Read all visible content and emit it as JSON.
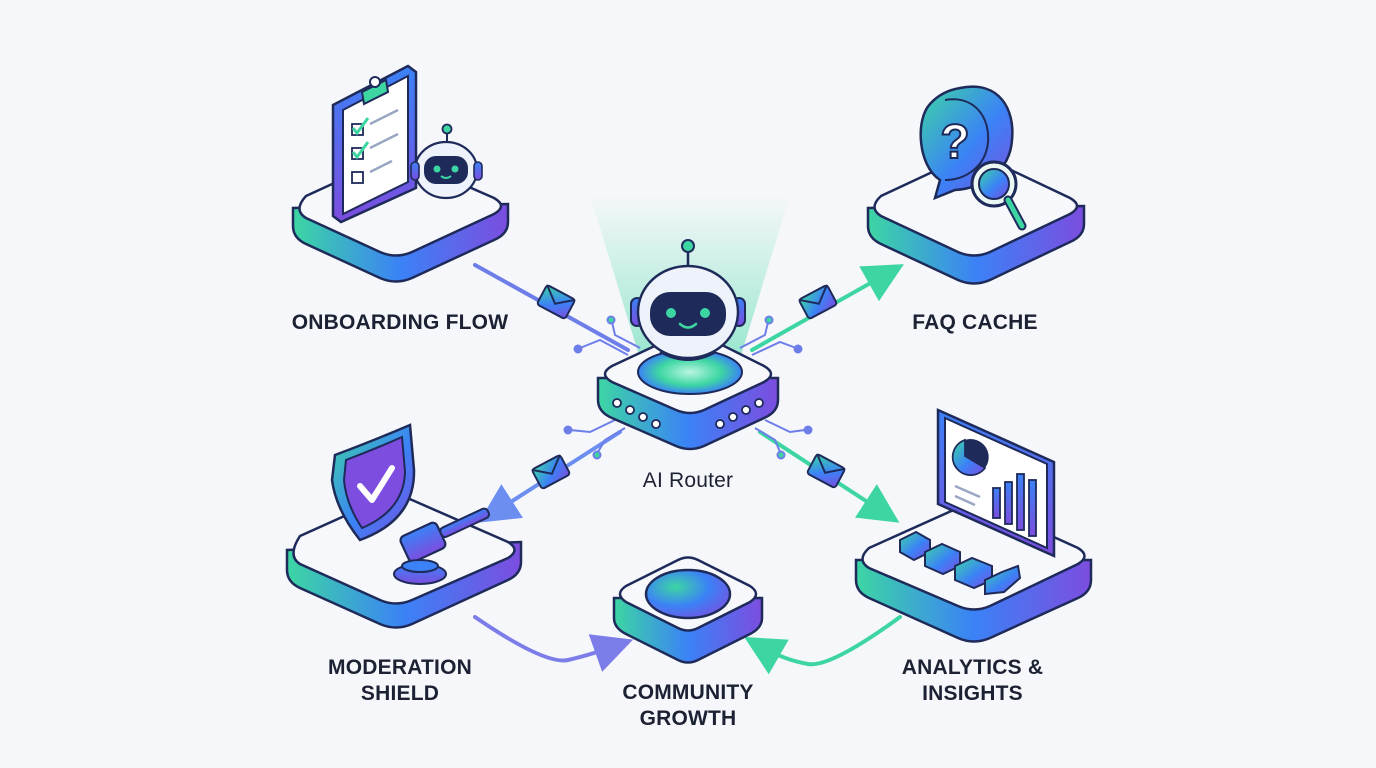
{
  "diagram": {
    "router": {
      "label": "AI Router"
    },
    "nodes": {
      "onboarding": {
        "label": "ONBOARDING FLOW",
        "icon": "clipboard-checklist-icon"
      },
      "faq": {
        "label": "FAQ CACHE",
        "icon": "question-bubble-magnifier-icon"
      },
      "moderation": {
        "line1": "MODERATION",
        "line2": "SHIELD",
        "icon": "shield-gavel-icon"
      },
      "analytics": {
        "line1": "ANALYTICS &",
        "line2": "INSIGHTS",
        "icon": "dashboard-chart-icon"
      },
      "community": {
        "line1": "COMMUNITY",
        "line2": "GROWTH",
        "icon": "orb-icon"
      }
    },
    "colors": {
      "gradient_start": "#3dd6a3",
      "gradient_mid": "#3b82f6",
      "gradient_end": "#7c4ddf",
      "outline": "#1e2a5a",
      "platform_top": "#f7f8fb",
      "text": "#1c2233",
      "background": "#f5f7fa"
    }
  }
}
